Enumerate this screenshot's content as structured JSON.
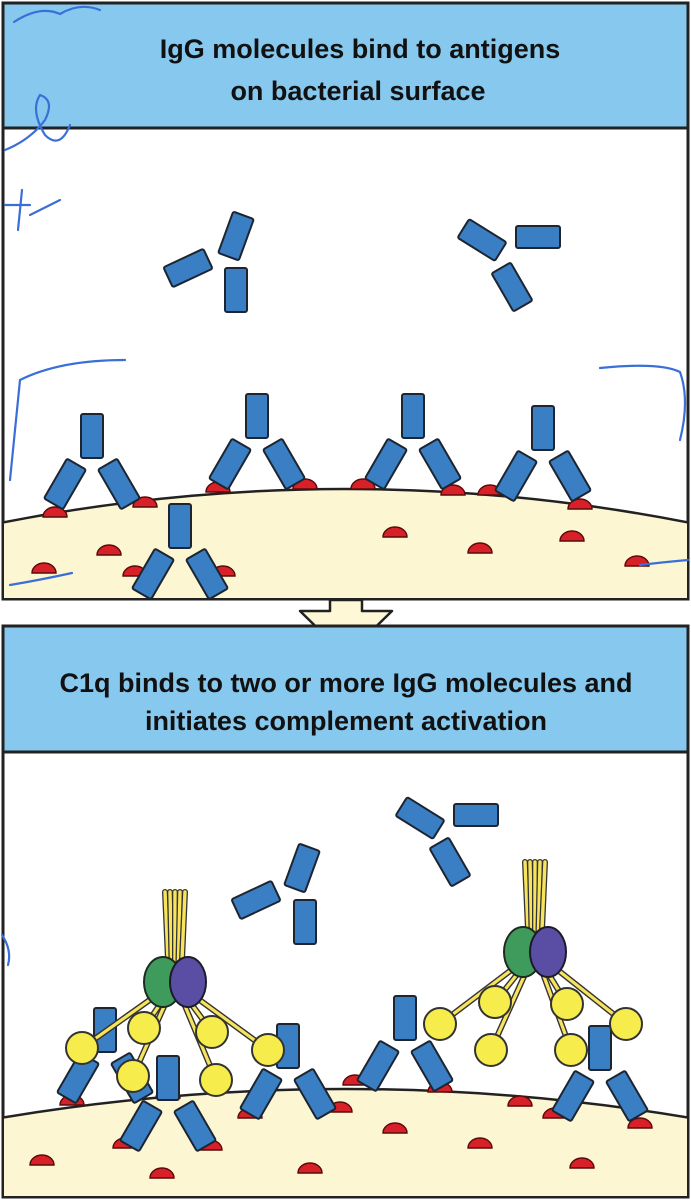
{
  "panels": [
    {
      "caption_lines": [
        "IgG  molecules  bind  to  antigens",
        "on  bacterial  surface"
      ]
    },
    {
      "caption_lines": [
        "C1q binds to two or more IgG molecules and",
        "initiates complement activation"
      ]
    }
  ],
  "colors": {
    "header_bg": "#87c8ee",
    "antibody": "#3a7ec4",
    "antigen": "#d82028",
    "bacterium": "#fdf6d2",
    "c1q_stalk": "#f7e45c",
    "c1q_head": "#f6ec4c",
    "c1q_green": "#3f9b5c",
    "c1q_purple": "#5a4ea4",
    "arrow_fill": "#fff8d6",
    "ink_scribble": "#3a6fd8"
  }
}
